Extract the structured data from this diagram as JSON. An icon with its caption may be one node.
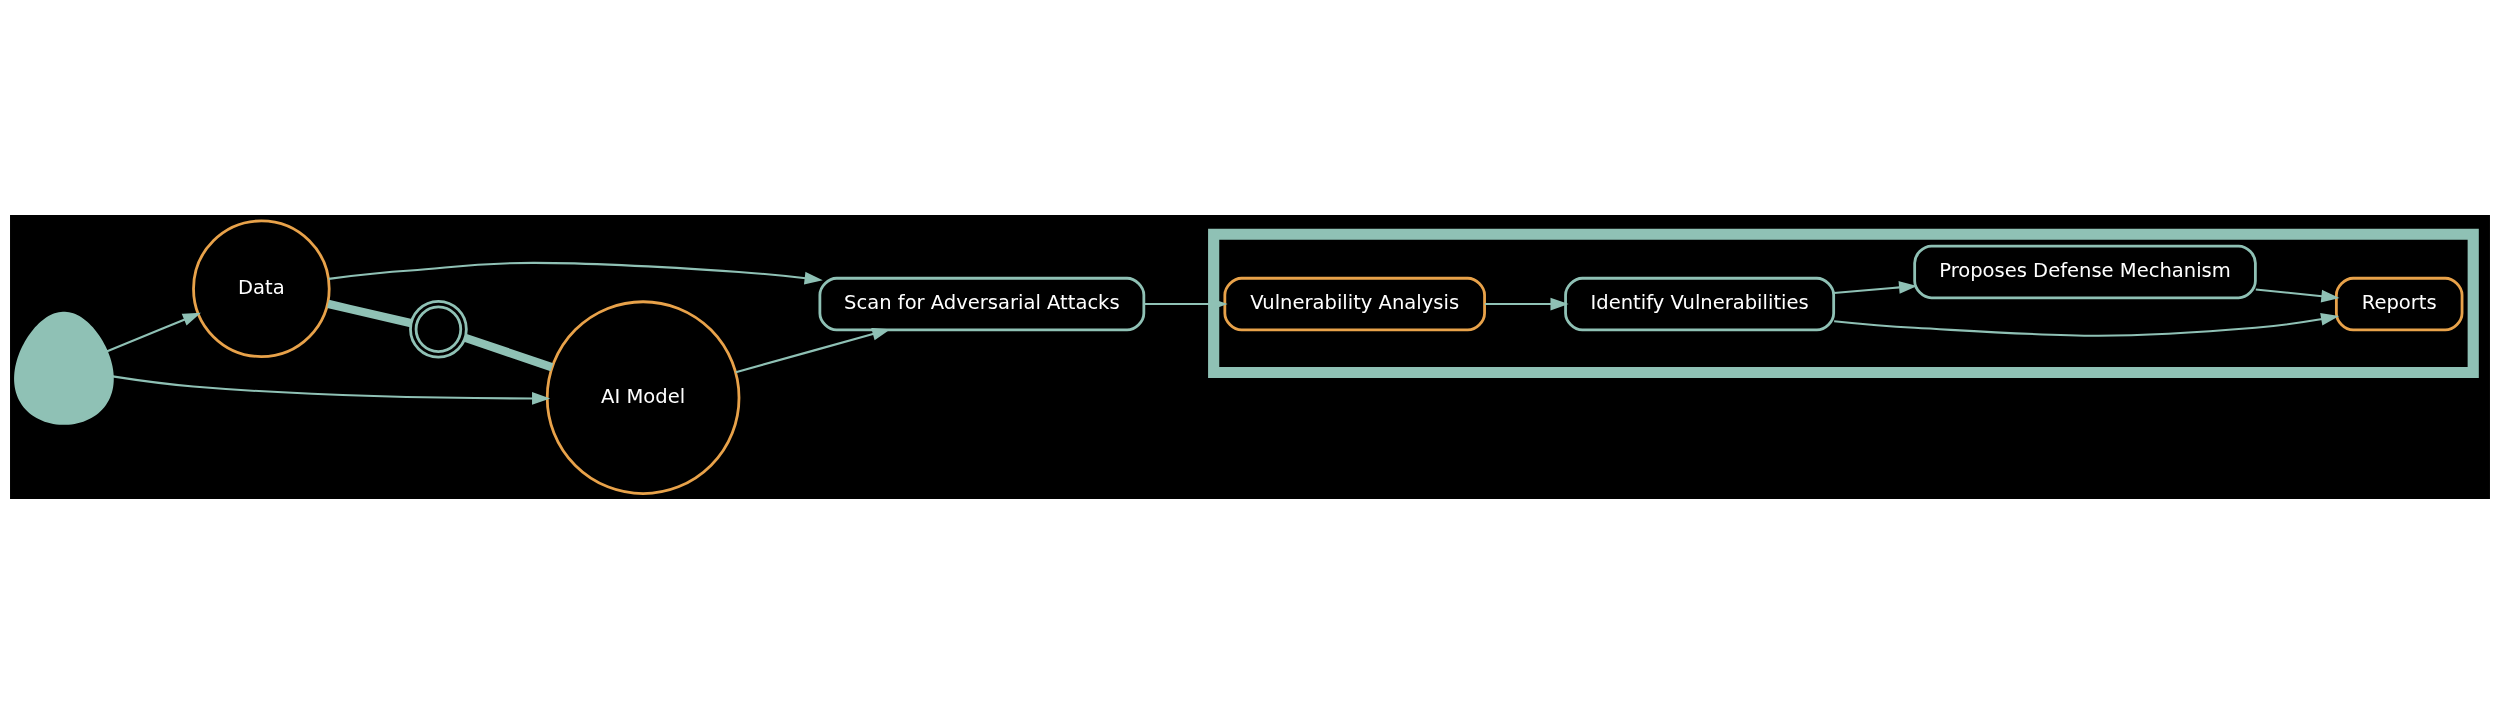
{
  "diagram": {
    "nodes": [
      {
        "text": [],
        "shape": "person"
      },
      {
        "text": [
          "Data"
        ]
      },
      {
        "text": [],
        "shape": "link"
      },
      {
        "text": [
          "AI Model"
        ]
      },
      {
        "text": [
          "Scan for Adversarial Attacks"
        ]
      },
      {
        "text": [],
        "shape": "box"
      },
      {
        "text": [
          "Vulnerability Analysis"
        ],
        "in": 5
      },
      {
        "text": [
          "Identify Vulnerabilities"
        ],
        "in": 5
      },
      {
        "text": [
          "Reports"
        ],
        "in": 5
      },
      {
        "text": [
          "Proposes Defense Mechanism"
        ],
        "in": 5
      }
    ],
    "edges": [
      {
        "from": 0,
        "to": 1,
        "arrow": "to"
      },
      {
        "from": 0,
        "to": 3,
        "arrow": "to"
      },
      {
        "from": 1,
        "to": 2,
        "arrow": "none",
        "style": "thick"
      },
      {
        "from": 2,
        "to": 3,
        "arrow": "none",
        "style": "thick"
      },
      {
        "from": 1,
        "to": 4,
        "arrow": "to"
      },
      {
        "from": 3,
        "to": 4,
        "arrow": "to"
      },
      {
        "from": 4,
        "to": 6,
        "arrow": "to"
      },
      {
        "from": 6,
        "to": 7,
        "arrow": "to"
      },
      {
        "from": 7,
        "to": 8,
        "arrow": "to"
      },
      {
        "from": 7,
        "to": 9,
        "arrow": "to"
      },
      {
        "from": 9,
        "to": 8,
        "arrow": "to"
      }
    ]
  }
}
